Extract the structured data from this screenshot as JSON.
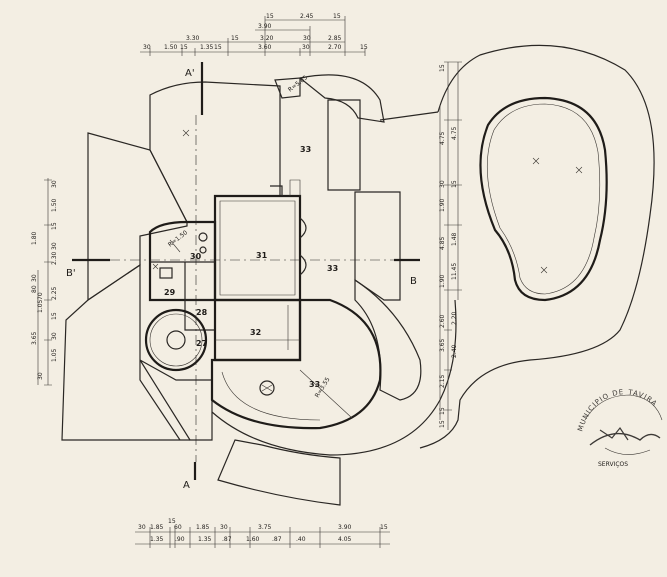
{
  "title": "",
  "rooms": [
    {
      "id": "room-33-top",
      "label": "33"
    },
    {
      "id": "room-31",
      "label": "31"
    },
    {
      "id": "room-33-right",
      "label": "33"
    },
    {
      "id": "room-30",
      "label": "30"
    },
    {
      "id": "room-29",
      "label": "29"
    },
    {
      "id": "room-28",
      "label": "28"
    },
    {
      "id": "room-32",
      "label": "32"
    },
    {
      "id": "room-27",
      "label": "27"
    },
    {
      "id": "room-33-bottom",
      "label": "33"
    }
  ],
  "section_markers": [
    {
      "id": "section-a-prime",
      "label": "A'"
    },
    {
      "id": "section-a",
      "label": "A"
    },
    {
      "id": "section-b-prime",
      "label": "B'"
    },
    {
      "id": "section-b",
      "label": "B"
    }
  ],
  "dimensions_top": [
    "15",
    "2.45",
    "15",
    "3.90",
    "3.30",
    "15",
    "3.20",
    "30",
    "2.85",
    "30",
    "1.50",
    "15",
    "1.35",
    "15",
    "3.60",
    "30",
    "2.70",
    "15"
  ],
  "dimensions_bottom": [
    "30",
    "1.85",
    "15",
    "60",
    "1.85",
    "30",
    "3.75",
    "3.90",
    "15",
    "1.35",
    ".90",
    "1.35",
    ".87",
    "1.60",
    ".87",
    ".40",
    "4.05"
  ],
  "dimensions_left": [
    "30",
    "1.50",
    "15",
    "1.80",
    "30",
    "2.30",
    "30",
    "80",
    "70",
    "1.05",
    "3.65",
    "2.25",
    "15",
    "30",
    "1.05",
    "30"
  ],
  "dimensions_right": [
    "15",
    "4.75",
    "4.75",
    "30",
    "15",
    "1.90",
    "4.85",
    "1.48",
    "11.45",
    "1.90",
    "2.60",
    "2.20",
    "3.65",
    "2.40",
    "2.15",
    "15",
    "15"
  ],
  "annotations": {
    "radius_top": "R=5.85",
    "radius_room30": "R=1.50",
    "radius_terrace": "R=3.55"
  },
  "stamp": {
    "text": "MUNICIPIO DE TAVIRA",
    "sub": "SERVIÇOS"
  }
}
